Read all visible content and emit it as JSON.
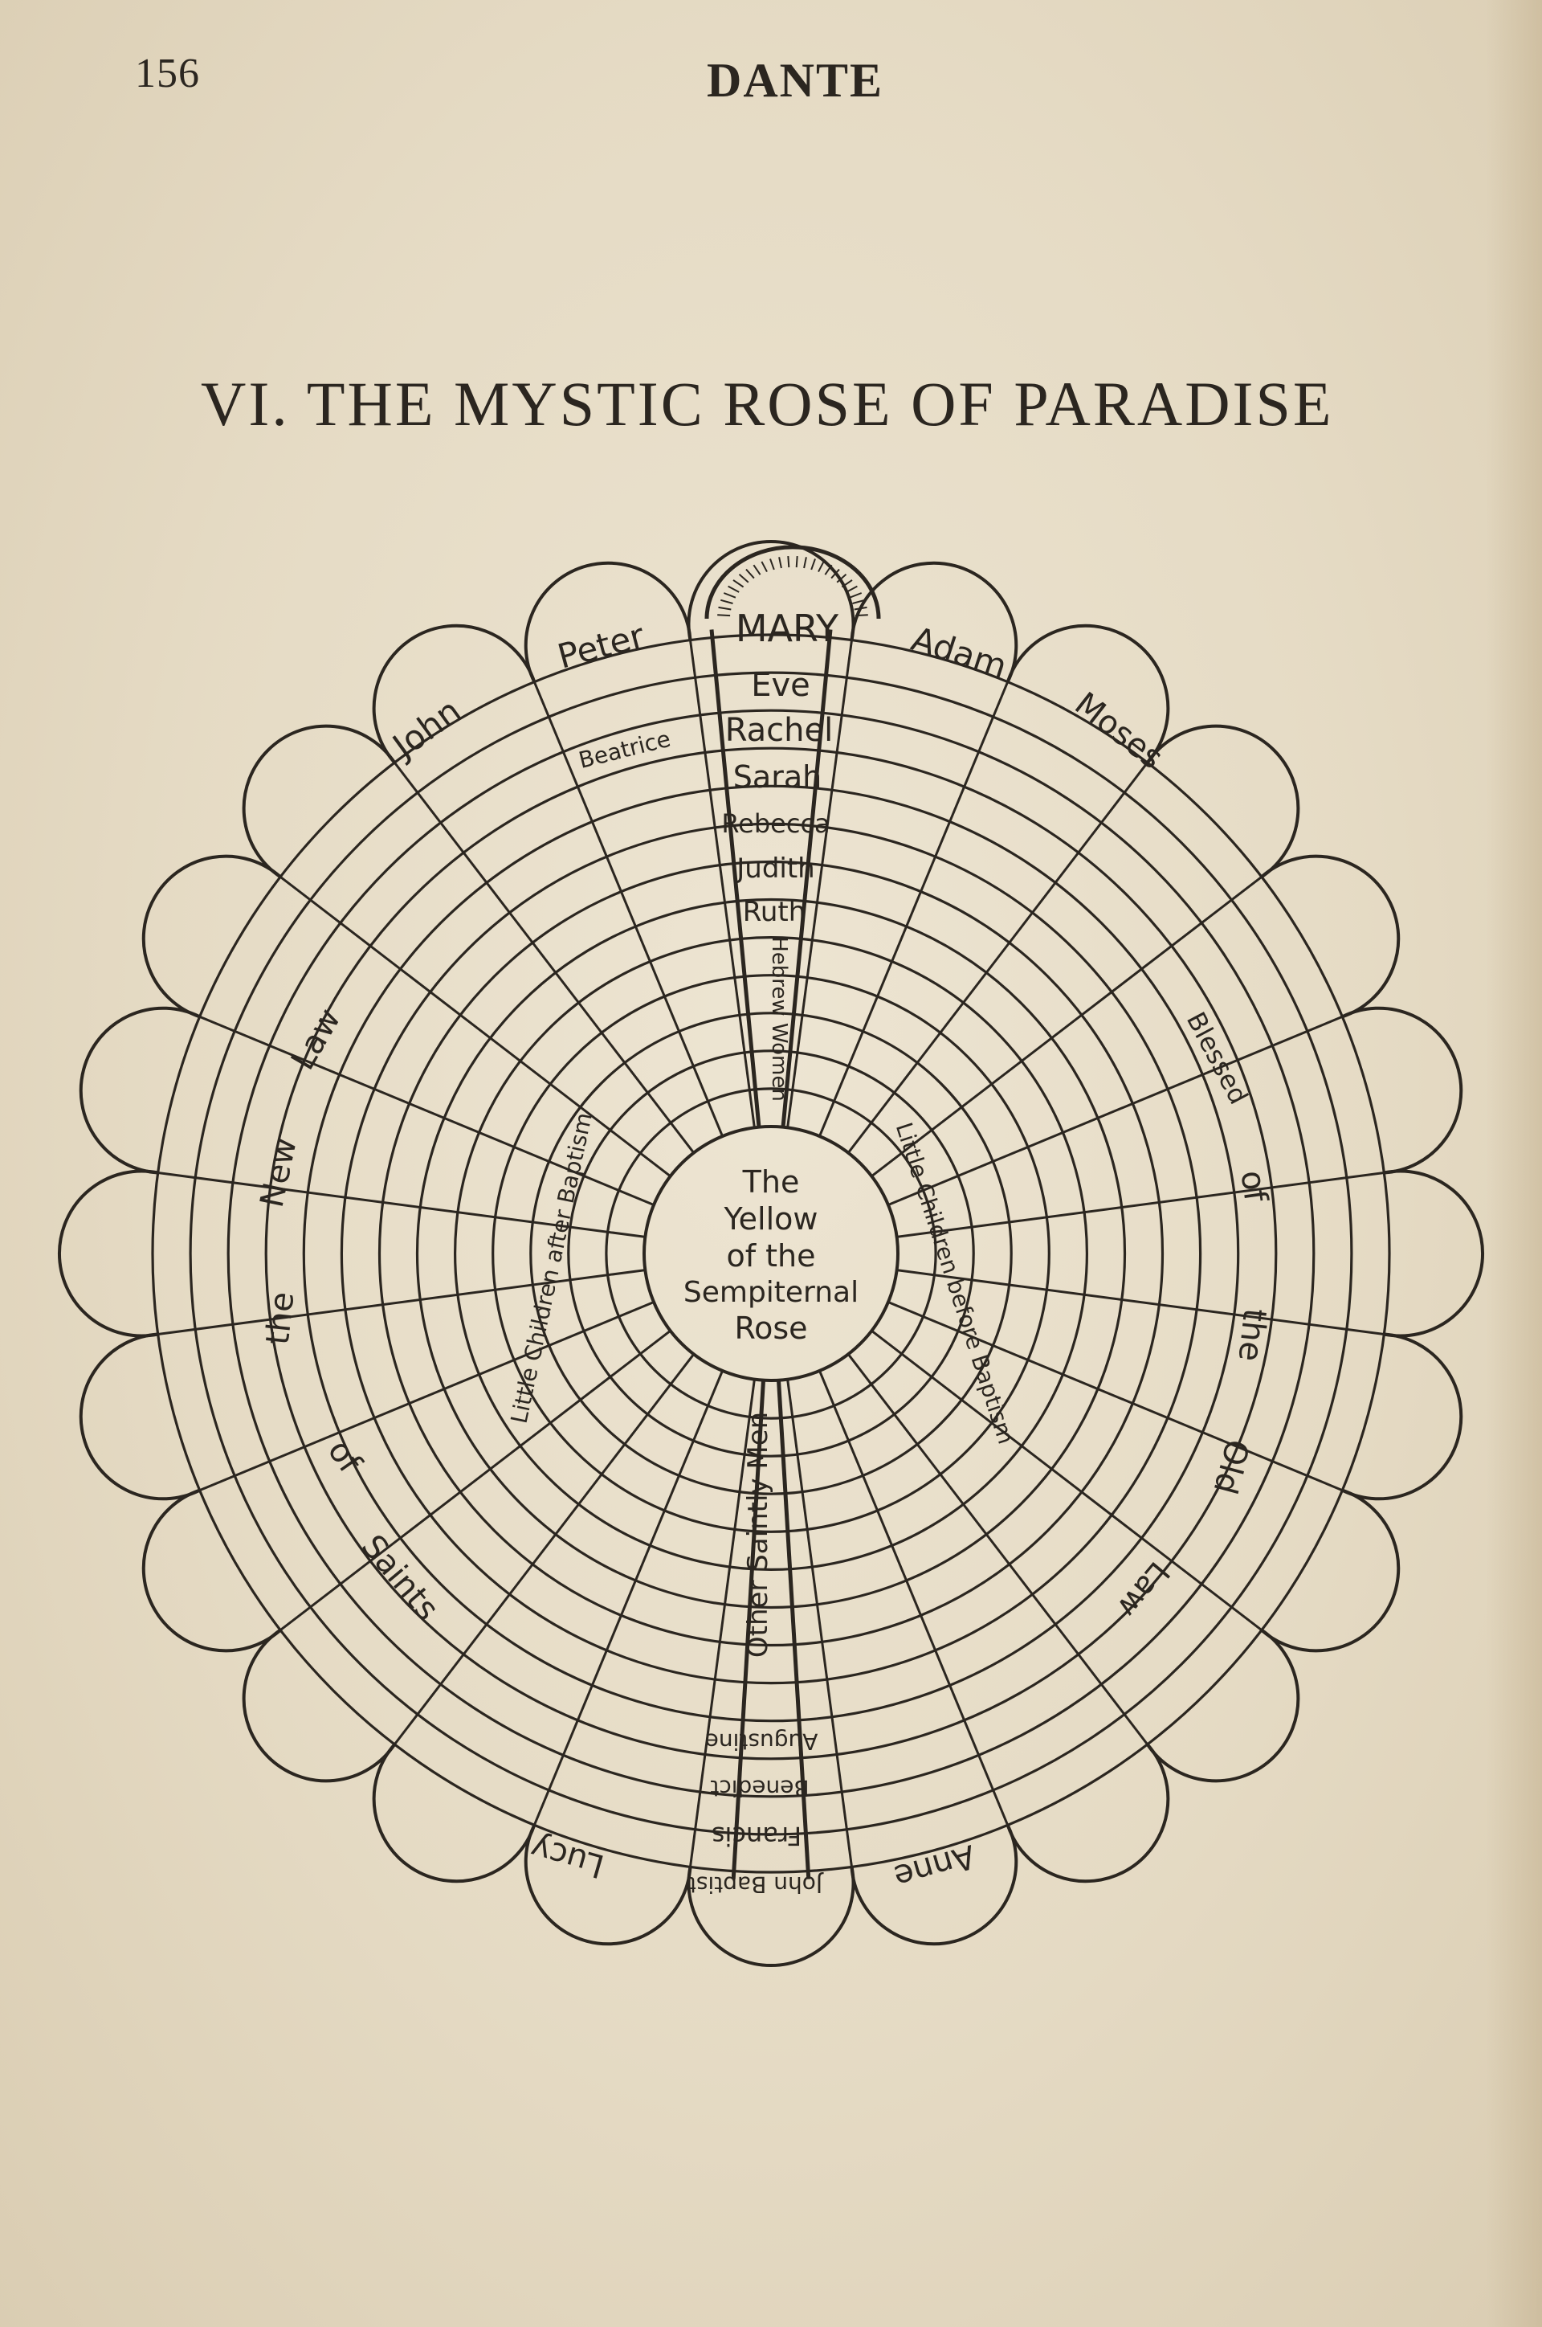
{
  "page": {
    "number": "156",
    "running_head": "DANTE",
    "chapter_title": "VI. THE MYSTIC ROSE OF PARADISE"
  },
  "diagram": {
    "center": [
      "The",
      "Yellow",
      "of the",
      "Sempiternal",
      "Rose"
    ],
    "top_column": [
      "MARY",
      "Eve",
      "Rachel",
      "Sarah",
      "Rebecca",
      "Judith",
      "Ruth"
    ],
    "top_column_lower": "Hebrew Women",
    "bottom_column": [
      "John Baptist",
      "Francis",
      "Benedict",
      "Augustine"
    ],
    "bottom_column_lower": "Other Saintly Men",
    "petals": {
      "peter": "Peter",
      "john": "John",
      "adam": "Adam",
      "moses": "Moses",
      "lucy": "Lucy",
      "anne": "Anne"
    },
    "beatrice": "Beatrice",
    "left_text": [
      "Saints",
      "of",
      "the",
      "New",
      "Law"
    ],
    "right_text": [
      "Blessed",
      "of",
      "the",
      "Old",
      "Law"
    ],
    "left_inner": "Little Children after Baptism",
    "right_inner": "Little Children before Baptism"
  }
}
